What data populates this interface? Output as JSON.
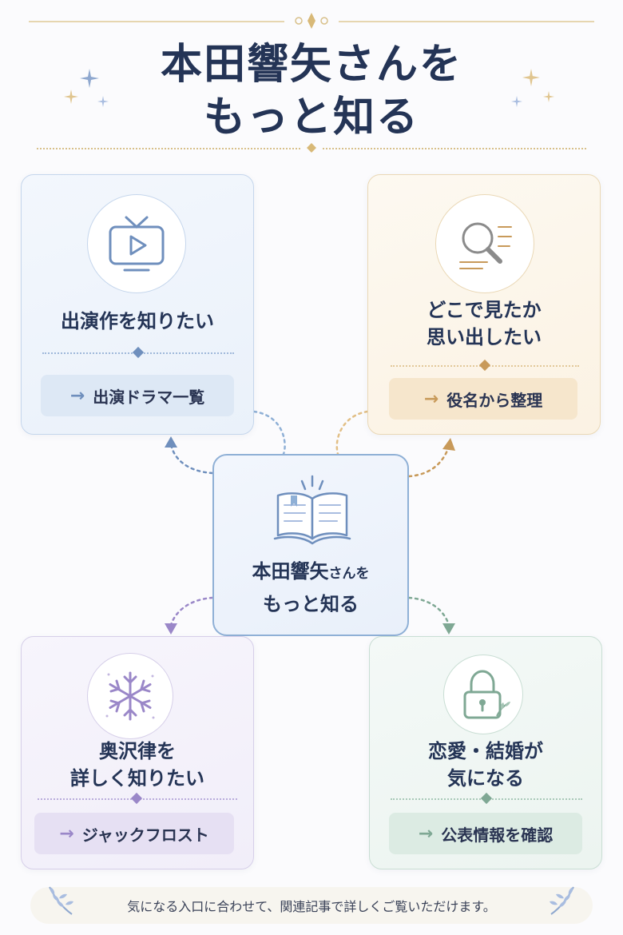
{
  "header": {
    "title_line1": "本田響矢さんを",
    "title_line2": "もっと知る"
  },
  "center": {
    "name": "本田響矢",
    "suffix": "さんを",
    "line2": "もっと知る",
    "icon": "open-book-icon"
  },
  "cards": {
    "works": {
      "title_line1": "出演作を知りたい",
      "link_label": "出演ドラマ一覧",
      "icon": "tv-play-icon",
      "accent": "#6f8fbd",
      "pill_bg": "#dde8f5"
    },
    "recall": {
      "title_line1": "どこで見たか",
      "title_line2": "思い出したい",
      "link_label": "役名から整理",
      "icon": "magnifier-icon",
      "accent": "#c89a5a",
      "pill_bg": "#f6e6cc"
    },
    "role": {
      "title_line1": "奥沢律を",
      "title_line2": "詳しく知りたい",
      "link_label": "ジャックフロスト",
      "icon": "snowflake-icon",
      "accent": "#9a87c8",
      "pill_bg": "#e6e0f3"
    },
    "love": {
      "title_line1": "恋愛・結婚が",
      "title_line2": "気になる",
      "link_label": "公表情報を確認",
      "icon": "padlock-icon",
      "accent": "#7fa894",
      "pill_bg": "#dcebe3"
    }
  },
  "footer": {
    "text": "気になる入口に合わせて、関連記事で詳しくご覧いただけます。"
  },
  "colors": {
    "navy": "#243456",
    "gold": "#d8c08a",
    "blue": "#6f8fbd",
    "purple": "#9a87c8",
    "green": "#7fa894"
  }
}
